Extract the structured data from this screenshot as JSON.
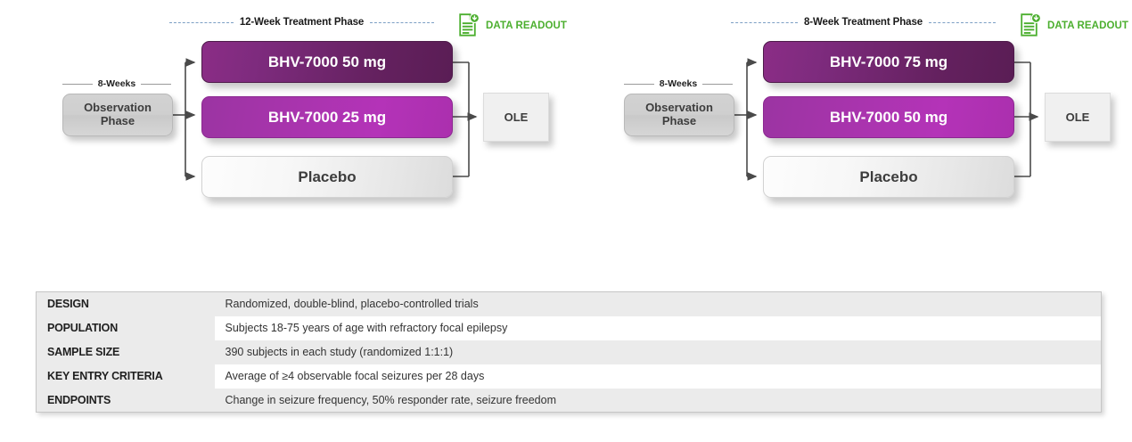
{
  "diagrams": [
    {
      "phase_label": "12-Week Treatment Phase",
      "readout_label": "DATA READOUT",
      "weeks_label": "8-Weeks",
      "observation_line1": "Observation",
      "observation_line2": "Phase",
      "arms": [
        {
          "label": "BHV-7000 50 mg",
          "style": "dark"
        },
        {
          "label": "BHV-7000 25 mg",
          "style": "bright"
        },
        {
          "label": "Placebo",
          "style": "placebo"
        }
      ],
      "ole_label": "OLE"
    },
    {
      "phase_label": "8-Week Treatment Phase",
      "readout_label": "DATA READOUT",
      "weeks_label": "8-Weeks",
      "observation_line1": "Observation",
      "observation_line2": "Phase",
      "arms": [
        {
          "label": "BHV-7000 75 mg",
          "style": "dark"
        },
        {
          "label": "BHV-7000 50 mg",
          "style": "bright"
        },
        {
          "label": "Placebo",
          "style": "placebo"
        }
      ],
      "ole_label": "OLE"
    }
  ],
  "table": {
    "rows": [
      {
        "key": "DESIGN",
        "value": "Randomized, double-blind, placebo-controlled trials"
      },
      {
        "key": "POPULATION",
        "value": "Subjects 18-75 years of age with refractory focal epilepsy"
      },
      {
        "key": "SAMPLE SIZE",
        "value": "390 subjects in each study (randomized 1:1:1)"
      },
      {
        "key": "KEY ENTRY CRITERIA",
        "value": "Average of ≥4 observable focal seizures per 28 days"
      },
      {
        "key": "ENDPOINTS",
        "value": "Change in seizure frequency, 50% responder rate, seizure freedom"
      }
    ]
  },
  "colors": {
    "readout_green": "#4caf2f",
    "arm_dark_purple": "#64215f",
    "arm_bright_purple": "#b433b8",
    "phase_dash": "#7c9fc4",
    "table_header_gray": "#ebebeb"
  },
  "icons": {
    "readout": "document-download-icon"
  }
}
